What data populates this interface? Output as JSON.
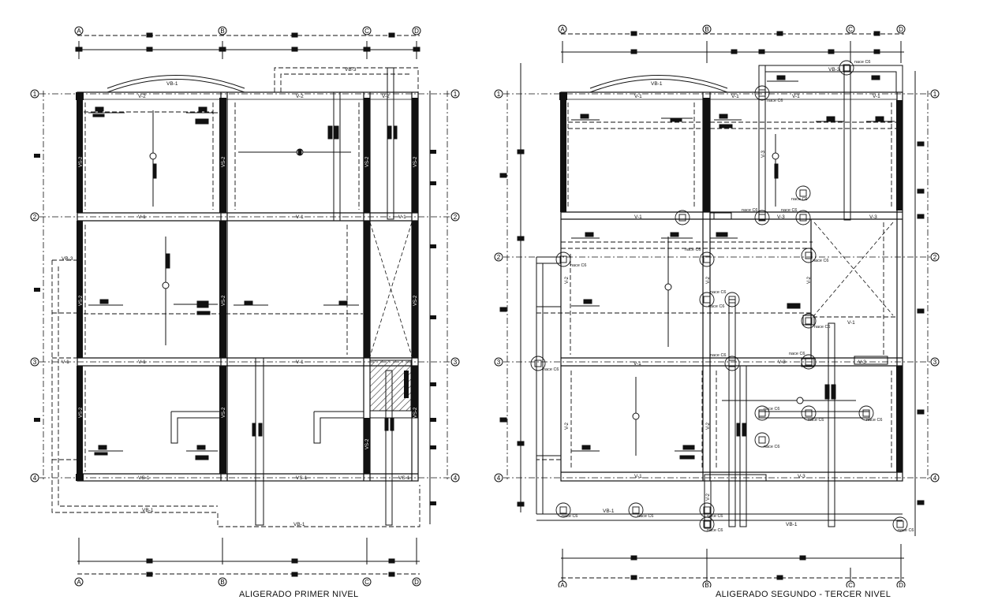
{
  "plans": [
    {
      "title": "ALIGERADO PRIMER NIVEL",
      "axes_columns": [
        "A",
        "B",
        "C",
        "D"
      ],
      "axes_rows": [
        "1",
        "2",
        "3",
        "4"
      ],
      "beam_labels": [
        "VB-1",
        "V-2",
        "V-1",
        "VS-1",
        "VB-3"
      ],
      "column_labels": [
        "VS-2"
      ],
      "details": [],
      "glyphs": {
        "north_row": [],
        "bottom_row": []
      }
    },
    {
      "title": "ALIGERADO SEGUNDO - TERCER NIVEL",
      "axes_columns": [
        "A",
        "B",
        "C",
        "D"
      ],
      "axes_rows": [
        "1",
        "2",
        "3",
        "4"
      ],
      "beam_labels": [
        "VB-1",
        "V-1",
        "V-2",
        "V-3",
        "VB-3"
      ],
      "column_labels": [
        "V-2",
        "V-3"
      ],
      "details": [
        "nace C6"
      ],
      "glyphs": {
        "north_row": [],
        "bottom_row": []
      }
    }
  ],
  "colors": {
    "ink": "#111111",
    "paper": "#ffffff",
    "hatch": "#333333"
  }
}
